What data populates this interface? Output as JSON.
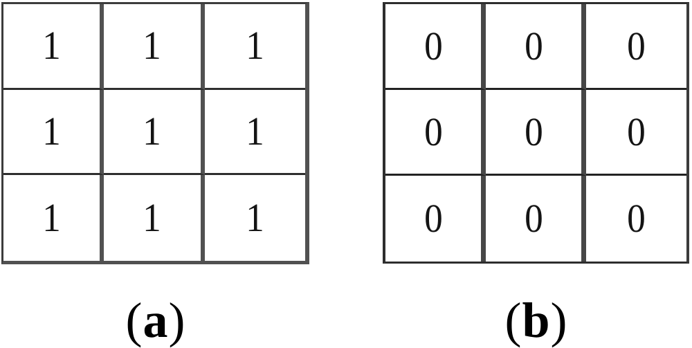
{
  "figure": {
    "panels": [
      {
        "id": "a",
        "label": {
          "open": "(",
          "letter": "a",
          "close": ")"
        },
        "grid": {
          "rows": 3,
          "cols": 3
        },
        "cells": [
          "1",
          "1",
          "1",
          "1",
          "1",
          "1",
          "1",
          "1",
          "1"
        ]
      },
      {
        "id": "b",
        "label": {
          "open": "(",
          "letter": "b",
          "close": ")"
        },
        "grid": {
          "rows": 3,
          "cols": 3
        },
        "cells": [
          "0",
          "0",
          "0",
          "0",
          "0",
          "0",
          "0",
          "0",
          "0"
        ]
      }
    ],
    "colors": {
      "background": "#ffffff",
      "digit": "#141414",
      "vertical_line": "#4f4f4f",
      "horizontal_line": "#2e2e2e",
      "caption_text": "#000000"
    }
  }
}
